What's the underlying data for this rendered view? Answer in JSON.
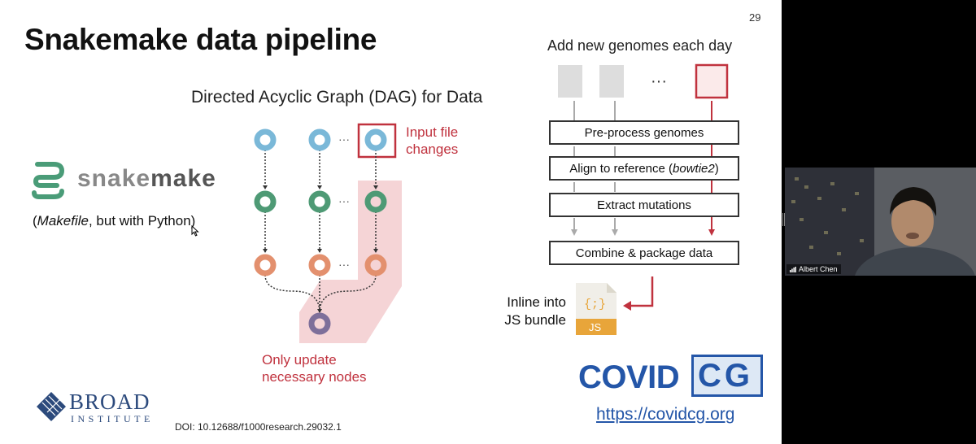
{
  "slide": {
    "title": "Snakemake data pipeline",
    "page_number": "29",
    "dag_title": "Directed Acyclic Graph (DAG) for Data",
    "snakemake_logo_parts": [
      "snake",
      "make"
    ],
    "makefile_note": {
      "open": "(",
      "italic": "Makefile",
      "rest": ", but with Python)"
    },
    "input_file_label": [
      "Input file",
      "changes"
    ],
    "update_label": [
      "Only update",
      "necessary nodes"
    ],
    "dots": "···",
    "pipeline": {
      "heading": "Add new genomes each day",
      "dots": "···",
      "steps": [
        {
          "label": "Pre-process genomes",
          "italic": ""
        },
        {
          "label": "Align to reference (",
          "italic": "bowtie2",
          "suffix": ")"
        },
        {
          "label": "Extract mutations",
          "italic": ""
        },
        {
          "label": "Combine & package data",
          "italic": ""
        }
      ],
      "inline_label": [
        "Inline into",
        "JS bundle"
      ],
      "js_icon": {
        "braces": "{;}",
        "badge": "JS"
      }
    },
    "broad_logo": {
      "word": "BROAD",
      "sub": "INSTITUTE"
    },
    "doi": "DOI: 10.12688/f1000research.29032.1",
    "covid_logo": {
      "word": "COVID",
      "box": "CG"
    },
    "url": "https://covidcg.org"
  },
  "colors": {
    "red": "#c0323e",
    "blue_node": "#7ab8d8",
    "green_node": "#4e9a75",
    "orange_node": "#e3906e",
    "purple_node": "#7e6f9a",
    "snake_green": "#4a9c78",
    "covid_blue": "#2456a8",
    "highlight": "#f3c9cc"
  },
  "video": {
    "participant_name": "Albert Chen"
  }
}
